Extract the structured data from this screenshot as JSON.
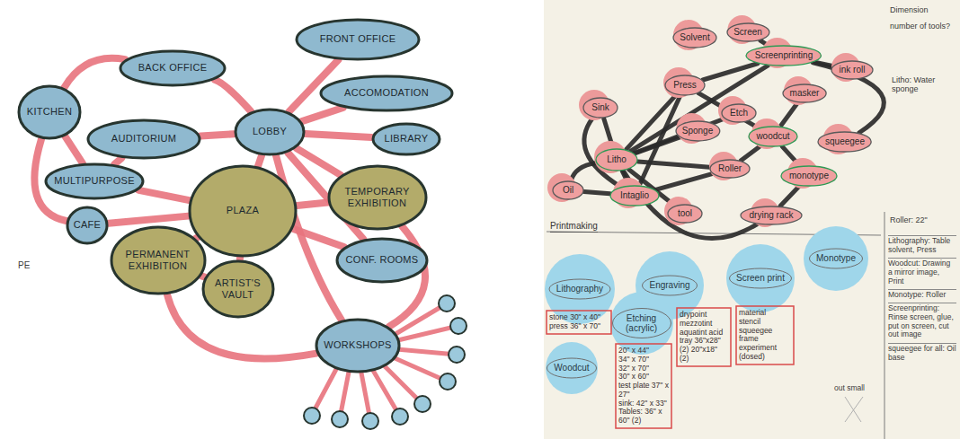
{
  "diagram": {
    "nodes": [
      {
        "text": [
          "KITCHEN"
        ]
      },
      {
        "text": [
          "BACK OFFICE"
        ]
      },
      {
        "text": [
          "FRONT OFFICE"
        ]
      },
      {
        "text": [
          "ACCOMODATION"
        ]
      },
      {
        "text": [
          "LIBRARY"
        ]
      },
      {
        "text": [
          "LOBBY"
        ]
      },
      {
        "text": [
          "AUDITORIUM"
        ]
      },
      {
        "text": [
          "MULTIPURPOSE"
        ]
      },
      {
        "text": [
          "PLAZA"
        ]
      },
      {
        "text": [
          "TEMPORARY EXHIBITION"
        ]
      },
      {
        "text": [
          "CAFE"
        ]
      },
      {
        "text": [
          "PERMANENT EXHIBITION"
        ]
      },
      {
        "text": [
          "ARTIST'S VAULT"
        ]
      },
      {
        "text": [
          "CONF. ROOMS"
        ]
      },
      {
        "text": [
          "WORKSHOPS"
        ]
      },
      {
        "text": [
          "Solvent"
        ]
      },
      {
        "text": [
          "Screen"
        ]
      },
      {
        "text": [
          "Screenprinting"
        ]
      },
      {
        "text": [
          "ink roll"
        ]
      },
      {
        "text": [
          "Press"
        ]
      },
      {
        "text": [
          "masker"
        ]
      },
      {
        "text": [
          "Sink"
        ]
      },
      {
        "text": [
          "Etch"
        ]
      },
      {
        "text": [
          "Sponge"
        ]
      },
      {
        "text": [
          "woodcut"
        ]
      },
      {
        "text": [
          "squeegee"
        ]
      },
      {
        "text": [
          "Litho"
        ]
      },
      {
        "text": [
          "monotype"
        ]
      },
      {
        "text": [
          "Roller"
        ]
      },
      {
        "text": [
          "Oil"
        ]
      },
      {
        "text": [
          "Intaglio"
        ]
      },
      {
        "text": [
          "tool"
        ]
      },
      {
        "text": [
          "drying rack"
        ]
      },
      {
        "text": [
          "Lithography"
        ]
      },
      {
        "text": [
          "Engraving"
        ]
      },
      {
        "text": [
          "Screen print"
        ]
      },
      {
        "text": [
          "Monotype"
        ]
      },
      {
        "text": [
          "Etching (acrylic)"
        ]
      },
      {
        "text": [
          "Woodcut"
        ]
      },
      {
        "text": [
          "stone 30\" x 40\" press 36\" x 70\""
        ]
      },
      {
        "text": [
          "20\" x 44\"",
          "34\" x 70\"",
          "32\" x 70\"",
          "30\" x 60\"",
          "test plate 37\" x 27\"",
          "sink: 42\" x 33\"",
          "Tables: 36\" x 60\" (2)"
        ]
      },
      {
        "text": [
          "drypoint mezzotint aquatint acid tray 36\"x28\" (2) 20\"x18\" (2)"
        ]
      },
      {
        "text": [
          "material",
          "stencil",
          "squeegee",
          "frame",
          "experiment",
          "(dosed)"
        ]
      }
    ],
    "edges": [
      {
        "from": 0,
        "to": 1,
        "arrow": "none"
      },
      {
        "from": 1,
        "to": 5,
        "arrow": "none"
      },
      {
        "from": 5,
        "to": 2,
        "arrow": "none"
      },
      {
        "from": 5,
        "to": 3,
        "arrow": "none"
      },
      {
        "from": 5,
        "to": 4,
        "arrow": "none"
      },
      {
        "from": 5,
        "to": 6,
        "arrow": "none"
      },
      {
        "from": 5,
        "to": 8,
        "arrow": "none"
      },
      {
        "from": 5,
        "to": 9,
        "arrow": "none"
      },
      {
        "from": 5,
        "to": 13,
        "arrow": "none"
      },
      {
        "from": 5,
        "to": 14,
        "arrow": "none"
      },
      {
        "from": 0,
        "to": 7,
        "arrow": "none"
      },
      {
        "from": 0,
        "to": 10,
        "arrow": "none"
      },
      {
        "from": 6,
        "to": 7,
        "arrow": "none"
      },
      {
        "from": 7,
        "to": 8,
        "arrow": "none"
      },
      {
        "from": 10,
        "to": 8,
        "arrow": "none"
      },
      {
        "from": 8,
        "to": 11,
        "arrow": "none"
      },
      {
        "from": 8,
        "to": 12,
        "arrow": "none"
      },
      {
        "from": 8,
        "to": 9,
        "arrow": "none"
      },
      {
        "from": 11,
        "to": 12,
        "arrow": "none"
      },
      {
        "from": 11,
        "to": 14,
        "arrow": "none"
      },
      {
        "from": 9,
        "to": 14,
        "arrow": "none"
      },
      {
        "from": 8,
        "to": 13,
        "arrow": "none"
      },
      {
        "from": 26,
        "to": 21,
        "arrow": "none"
      },
      {
        "from": 26,
        "to": 19,
        "arrow": "none"
      },
      {
        "from": 26,
        "to": 23,
        "arrow": "none"
      },
      {
        "from": 26,
        "to": 22,
        "arrow": "none"
      },
      {
        "from": 26,
        "to": 17,
        "arrow": "none"
      },
      {
        "from": 26,
        "to": 28,
        "arrow": "none"
      },
      {
        "from": 26,
        "to": 31,
        "arrow": "none"
      },
      {
        "from": 26,
        "to": 29,
        "arrow": "none"
      },
      {
        "from": 26,
        "to": 30,
        "arrow": "none"
      },
      {
        "from": 30,
        "to": 19,
        "arrow": "none"
      },
      {
        "from": 30,
        "to": 28,
        "arrow": "none"
      },
      {
        "from": 30,
        "to": 29,
        "arrow": "none"
      },
      {
        "from": 19,
        "to": 17,
        "arrow": "none"
      },
      {
        "from": 16,
        "to": 17,
        "arrow": "none"
      },
      {
        "from": 17,
        "to": 18,
        "arrow": "none"
      },
      {
        "from": 19,
        "to": 24,
        "arrow": "none"
      },
      {
        "from": 24,
        "to": 28,
        "arrow": "none"
      },
      {
        "from": 24,
        "to": 27,
        "arrow": "none"
      },
      {
        "from": 24,
        "to": 20,
        "arrow": "none"
      },
      {
        "from": 17,
        "to": 25,
        "arrow": "none"
      },
      {
        "from": 26,
        "to": 32,
        "arrow": "none"
      },
      {
        "from": 27,
        "to": 32,
        "arrow": "none"
      },
      {
        "from": 21,
        "to": 30,
        "arrow": "none"
      }
    ],
    "labels": [
      "PE",
      "Dimension",
      "number of tools?",
      "Litho: Water sponge",
      "Printmaking",
      "Roller: 22\"",
      "Lithography: Table solvent, Press",
      "Woodcut: Drawing a mirror image, Print",
      "Monotype: Roller",
      "Screenprinting: Rinse screen, glue, put on screen, cut out image",
      "squeegee for all: Oil base",
      "out small"
    ]
  }
}
